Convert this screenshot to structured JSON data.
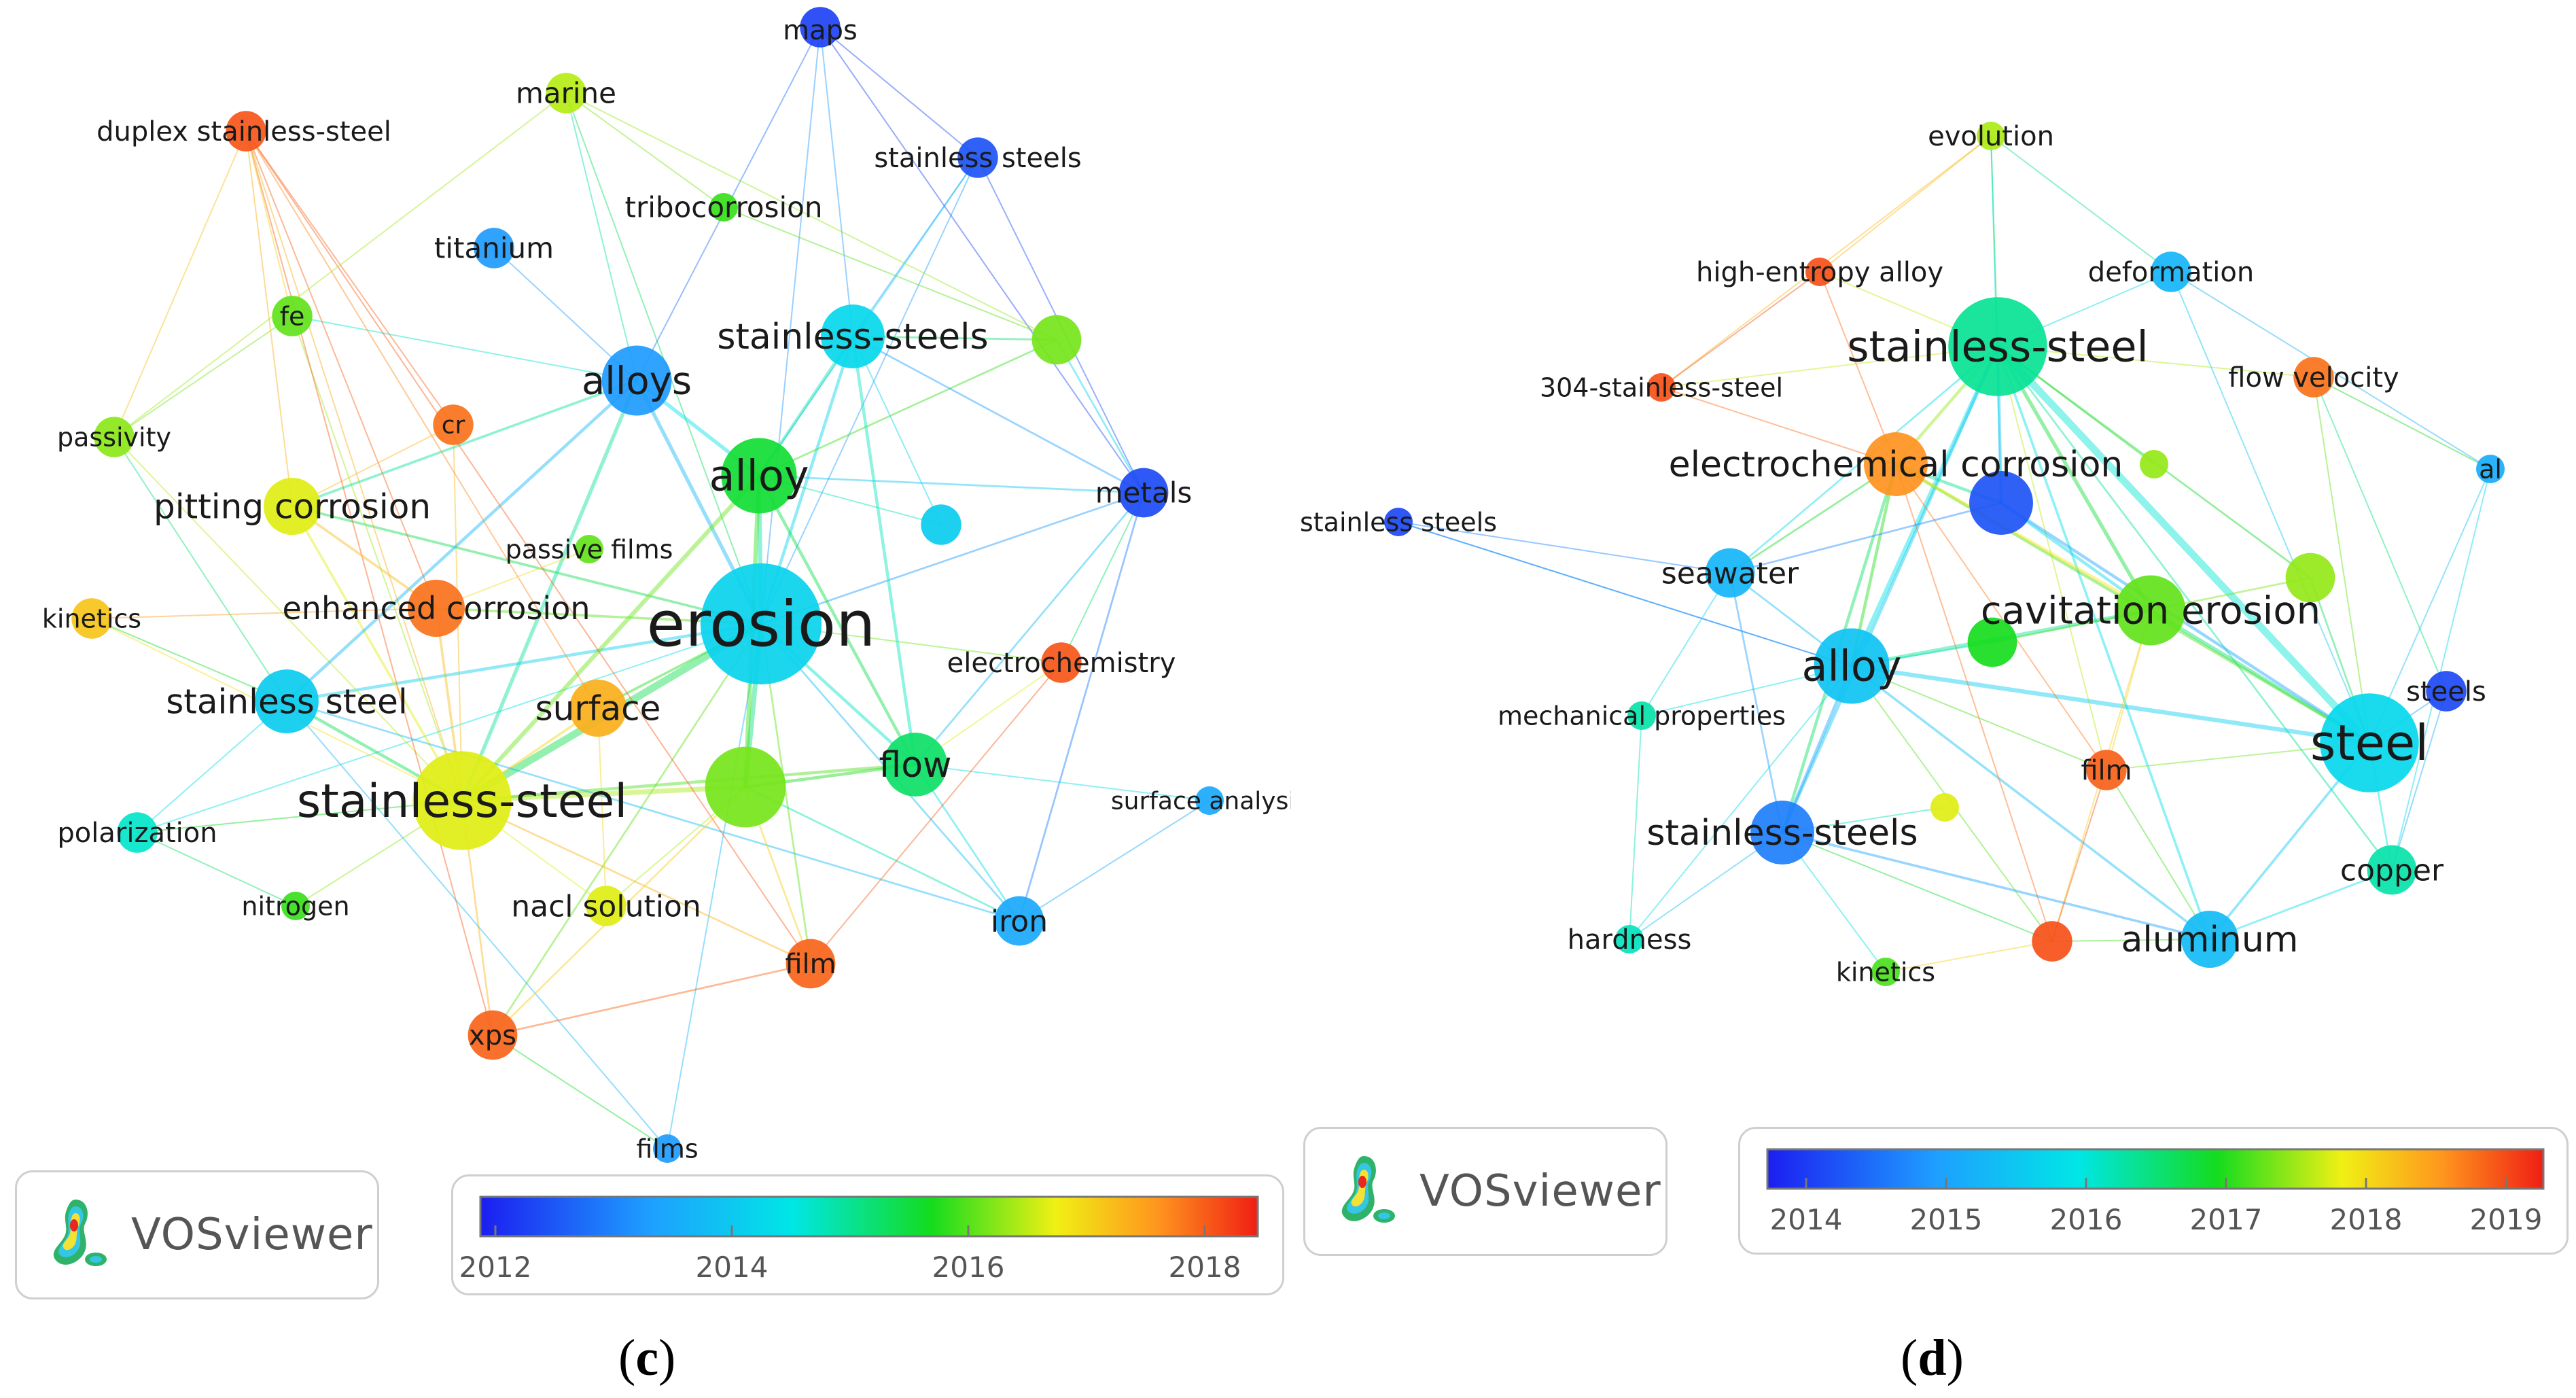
{
  "panels": [
    {
      "id": "c",
      "caption_letter": "c",
      "logo_text": "VOSviewer",
      "color_scale": {
        "ticks": [
          "2012",
          "2014",
          "2016",
          "2018"
        ]
      },
      "nodes": [
        {
          "label": "maps",
          "year": 2012.4,
          "weight": 2
        },
        {
          "label": "marine",
          "year": 2016.6,
          "weight": 2
        },
        {
          "label": "duplex stainless-steel",
          "year": 2018.2,
          "weight": 2
        },
        {
          "label": "stainless steels",
          "year": 2012.6,
          "weight": 2
        },
        {
          "label": "tribocorrosion",
          "year": 2016.0,
          "weight": 1
        },
        {
          "label": "titanium",
          "year": 2013.4,
          "weight": 2
        },
        {
          "label": "fe",
          "year": 2016.2,
          "weight": 2
        },
        {
          "label": "stainless-steels",
          "year": 2014.4,
          "weight": 5
        },
        {
          "label": "",
          "year": 2016.3,
          "weight": 3
        },
        {
          "label": "alloys",
          "year": 2013.4,
          "weight": 6
        },
        {
          "label": "cr",
          "year": 2018.0,
          "weight": 2
        },
        {
          "label": "passivity",
          "year": 2016.4,
          "weight": 2
        },
        {
          "label": "alloy",
          "year": 2015.7,
          "weight": 7
        },
        {
          "label": "metals",
          "year": 2012.5,
          "weight": 3
        },
        {
          "label": "pitting corrosion",
          "year": 2016.8,
          "weight": 4
        },
        {
          "label": "",
          "year": 2014.2,
          "weight": 2
        },
        {
          "label": "passive films",
          "year": 2016.2,
          "weight": 1
        },
        {
          "label": "kinetics",
          "year": 2017.3,
          "weight": 2
        },
        {
          "label": "enhanced corrosion",
          "year": 2018.0,
          "weight": 4
        },
        {
          "label": "erosion",
          "year": 2014.3,
          "weight": 18
        },
        {
          "label": "electrochemistry",
          "year": 2018.2,
          "weight": 2
        },
        {
          "label": "stainless steel",
          "year": 2014.2,
          "weight": 5
        },
        {
          "label": "surface",
          "year": 2017.5,
          "weight": 4
        },
        {
          "label": "",
          "year": 2016.3,
          "weight": 8
        },
        {
          "label": "flow",
          "year": 2015.4,
          "weight": 5
        },
        {
          "label": "stainless-steel",
          "year": 2016.8,
          "weight": 12
        },
        {
          "label": "polarization",
          "year": 2014.8,
          "weight": 2
        },
        {
          "label": "surface analysis",
          "year": 2013.6,
          "weight": 1
        },
        {
          "label": "nitrogen",
          "year": 2016.0,
          "weight": 1
        },
        {
          "label": "nacl solution",
          "year": 2016.8,
          "weight": 2
        },
        {
          "label": "iron",
          "year": 2013.6,
          "weight": 3
        },
        {
          "label": "film",
          "year": 2018.1,
          "weight": 3
        },
        {
          "label": "xps",
          "year": 2018.1,
          "weight": 3
        },
        {
          "label": "films",
          "year": 2013.4,
          "weight": 1
        }
      ]
    },
    {
      "id": "d",
      "caption_letter": "d",
      "logo_text": "VOSviewer",
      "color_scale": {
        "ticks": [
          "2014",
          "2015",
          "2016",
          "2017",
          "2018",
          "2019"
        ]
      },
      "nodes": [
        {
          "label": "evolution",
          "year": 2017.6,
          "weight": 1
        },
        {
          "label": "high-entropy alloy",
          "year": 2019.0,
          "weight": 1
        },
        {
          "label": "deformation",
          "year": 2015.3,
          "weight": 2
        },
        {
          "label": "stainless-steel",
          "year": 2016.4,
          "weight": 12
        },
        {
          "label": "304-stainless-steel",
          "year": 2019.0,
          "weight": 1
        },
        {
          "label": "flow velocity",
          "year": 2018.8,
          "weight": 2
        },
        {
          "label": "al",
          "year": 2015.2,
          "weight": 1
        },
        {
          "label": "electrochemical corrosion",
          "year": 2018.6,
          "weight": 5
        },
        {
          "label": "",
          "year": 2017.5,
          "weight": 1
        },
        {
          "label": "",
          "year": 2014.3,
          "weight": 5
        },
        {
          "label": "stainless steels",
          "year": 2014.2,
          "weight": 1
        },
        {
          "label": "seawater",
          "year": 2015.3,
          "weight": 3
        },
        {
          "label": "cavitation erosion",
          "year": 2017.3,
          "weight": 6
        },
        {
          "label": "",
          "year": 2017.5,
          "weight": 3
        },
        {
          "label": "alloy",
          "year": 2015.5,
          "weight": 7
        },
        {
          "label": "",
          "year": 2017.0,
          "weight": 3
        },
        {
          "label": "mechanical properties",
          "year": 2016.3,
          "weight": 1
        },
        {
          "label": "steels",
          "year": 2014.2,
          "weight": 2
        },
        {
          "label": "steel",
          "year": 2015.8,
          "weight": 12
        },
        {
          "label": "film",
          "year": 2018.9,
          "weight": 2
        },
        {
          "label": "",
          "year": 2017.8,
          "weight": 1
        },
        {
          "label": "stainless-steels",
          "year": 2014.7,
          "weight": 5
        },
        {
          "label": "copper",
          "year": 2016.3,
          "weight": 3
        },
        {
          "label": "hardness",
          "year": 2016.2,
          "weight": 1
        },
        {
          "label": "aluminum",
          "year": 2015.4,
          "weight": 4
        },
        {
          "label": "kinetics",
          "year": 2017.2,
          "weight": 1
        },
        {
          "label": "",
          "year": 2019.0,
          "weight": 2
        }
      ]
    }
  ]
}
